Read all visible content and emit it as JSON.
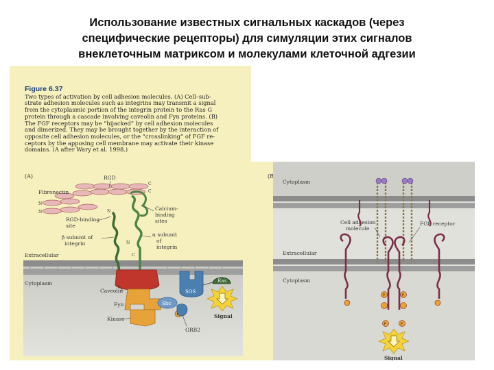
{
  "slide": {
    "title_lines": [
      "Использование известных сигнальных каскадов (через",
      "специфические рецепторы) для симуляции этих сигналов",
      "внеклеточным матриксом и молекулами клеточной адгезии"
    ]
  },
  "figure": {
    "label": "Figure 6.37",
    "caption_lines": [
      "Two types of activation by cell adhesion molecules. (A) Cell–sub-",
      "strate adhesion molecules such as integrins may transmit a signal",
      "from the cytoplasmic portion of the integrin protein to the Ras G",
      "protein through a cascade involving caveolin and Fyn proteins. (B)",
      "The FGF receptors may be “hijacked” by cell adhesion molecules",
      "and dimerized. They may be brought together by the interaction of",
      "opposite cell adhesion molecules, or the “crosslinking” of FGF re-",
      "ceptors by the apposing cell membrane may activate their kinase",
      "domains. (A after Wary et al. 1998.)"
    ],
    "panel_a": {
      "letter": "(A)",
      "labels": {
        "rgd": "RGD",
        "fibronectin": "Fibronectin",
        "c1": "C",
        "c2": "C",
        "n1": "N",
        "n2": "N",
        "n3": "N",
        "n4": "N",
        "c3": "C",
        "calcium_1": "Calcium-",
        "calcium_2": "binding",
        "calcium_3": "sites",
        "rgd_site_1": "RGD-binding",
        "rgd_site_2": "site",
        "beta_1": "β subunit of",
        "beta_2": "integrin",
        "alpha_1": "α subunit",
        "alpha_2": "of",
        "alpha_3": "integrin",
        "extracellular": "Extracellular",
        "cytoplasm": "Cytoplasm",
        "caveolin": "Caveolin",
        "fyn": "Fyn",
        "kinase": "Kinase",
        "shc": "Shc",
        "sos": "SOS",
        "ras": "Ras",
        "p": "P",
        "signal": "Signal",
        "grb2": "GRB2"
      }
    },
    "panel_b": {
      "letter": "(B)",
      "labels": {
        "cytoplasm_top": "Cytoplasm",
        "cam_1": "Cell adhesion",
        "cam_2": "molecule",
        "fgf": "FGF receptor",
        "extracellular": "Extracellular",
        "cytoplasm": "Cytoplasm",
        "p": "P",
        "signal": "Signal"
      }
    },
    "colors": {
      "panel_background": "#f6f0be",
      "membrane_grey": "#8c8c8c",
      "fibronectin_pink": "#e8b8b8",
      "integrin_green": "#3d6b36",
      "caveolin_red": "#c0352c",
      "fyn_orange": "#e8a23a",
      "shc_blue": "#4a7fb0",
      "signal_yellow": "#f3d23a",
      "fgf_receptor_purple": "#7a2e4a"
    }
  }
}
